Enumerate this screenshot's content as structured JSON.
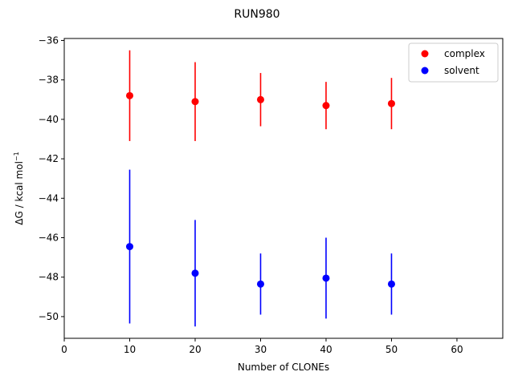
{
  "chart_data": {
    "type": "scatter",
    "title": "RUN980",
    "xlabel": "Number of CLONEs",
    "ylabel": "ΔG / kcal mol",
    "ylabel_sup": "−1",
    "xlim": [
      0,
      67
    ],
    "ylim": [
      -51.1,
      -35.9
    ],
    "x_ticks": [
      0,
      10,
      20,
      30,
      40,
      50,
      60
    ],
    "y_ticks": [
      -36,
      -38,
      -40,
      -42,
      -44,
      -46,
      -48,
      -50
    ],
    "legend_position": "upper right",
    "series": [
      {
        "name": "complex",
        "color": "#ff0000",
        "x": [
          10,
          20,
          30,
          40,
          50
        ],
        "y": [
          -38.8,
          -39.1,
          -39.0,
          -39.3,
          -39.2
        ],
        "yerr": [
          2.3,
          2.0,
          1.35,
          1.2,
          1.3
        ]
      },
      {
        "name": "solvent",
        "color": "#0000ff",
        "x": [
          10,
          20,
          30,
          40,
          50
        ],
        "y": [
          -46.45,
          -47.8,
          -48.35,
          -48.05,
          -48.35
        ],
        "yerr": [
          3.9,
          2.7,
          1.55,
          2.05,
          1.55
        ]
      }
    ]
  }
}
